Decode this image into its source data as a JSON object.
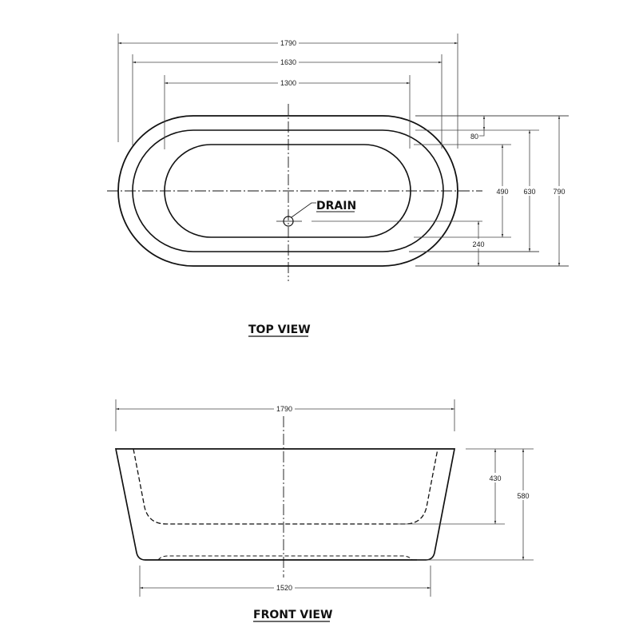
{
  "drawing": {
    "top_view": {
      "title": "TOP VIEW",
      "dimensions": {
        "overall_length": "1790",
        "middle_length": "1630",
        "inner_length": "1300",
        "rim_offset": "80",
        "inner_width": "490",
        "middle_width": "630",
        "overall_width": "790",
        "drain_offset": "240"
      },
      "drain_label": "DRAIN"
    },
    "front_view": {
      "title": "FRONT VIEW",
      "dimensions": {
        "top_length": "1790",
        "base_length": "1520",
        "inner_depth": "430",
        "overall_height": "580"
      }
    },
    "colors": {
      "line": "#111111",
      "dim_line": "#444444",
      "background": "#ffffff"
    }
  }
}
